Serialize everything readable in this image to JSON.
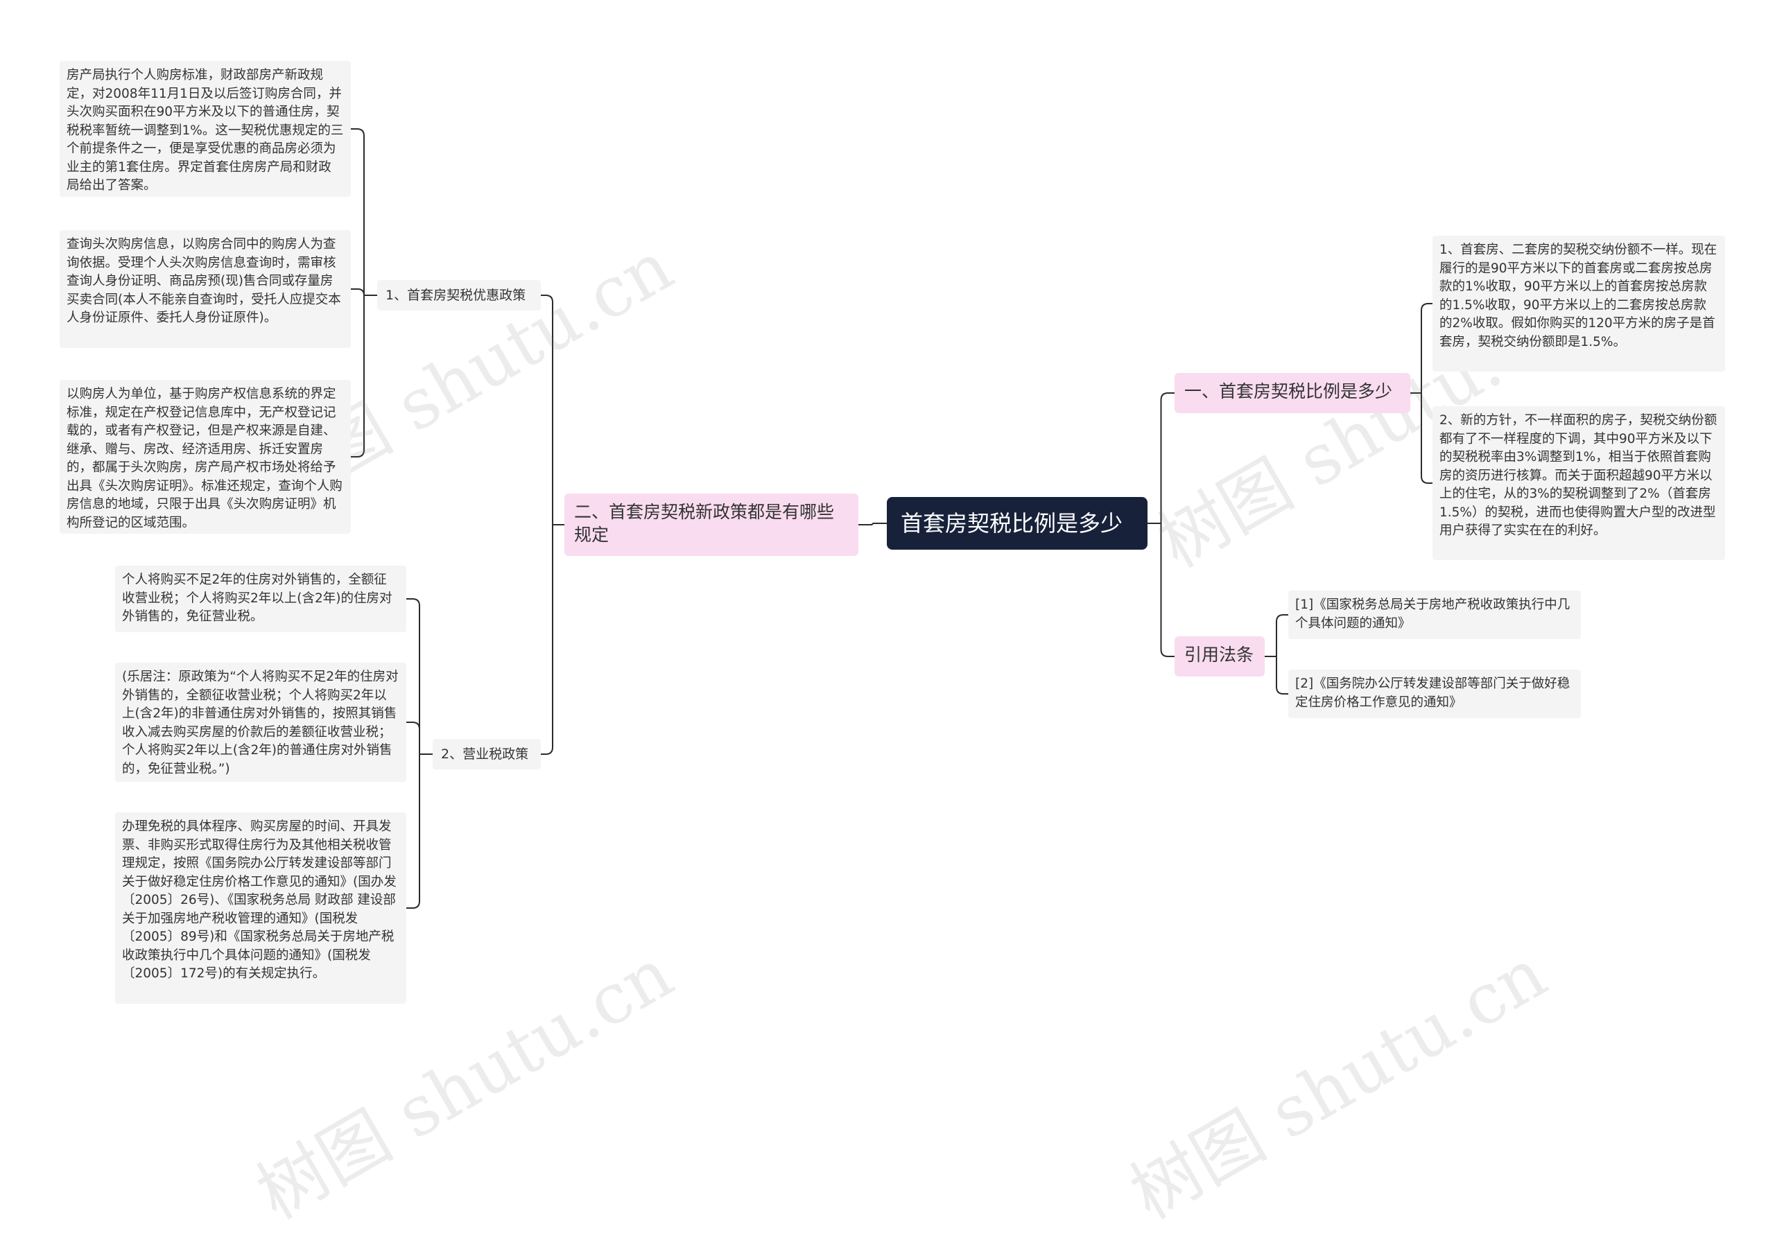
{
  "root": {
    "label": "首套房契税比例是多少"
  },
  "branches": {
    "right_1": {
      "label": "一、首套房契税比例是多少",
      "leaves": [
        "1、首套房、二套房的契税交纳份额不一样。现在履行的是90平方米以下的首套房或二套房按总房款的1%收取，90平方米以上的首套房按总房款的1.5%收取，90平方米以上的二套房按总房款的2%收取。假如你购买的120平方米的房子是首套房，契税交纳份额即是1.5%。",
        "2、新的方针，不一样面积的房子，契税交纳份额都有了不一样程度的下调，其中90平方米及以下的契税税率由3%调整到1%，相当于依照首套购房的资历进行核算。而关于面积超越90平方米以上的住宅，从的3%的契税调整到了2%（首套房1.5%）的契税，进而也使得购置大户型的改进型用户获得了实实在在的利好。"
      ]
    },
    "right_2": {
      "label": "引用法条",
      "leaves": [
        "[1]《国家税务总局关于房地产税收政策执行中几个具体问题的通知》",
        "[2]《国务院办公厅转发建设部等部门关于做好稳定住房价格工作意见的通知》"
      ]
    },
    "left_1": {
      "label": "二、首套房契税新政策都是有哪些规定",
      "children": [
        {
          "label": "1、首套房契税优惠政策",
          "leaves": [
            "房产局执行个人购房标准，财政部房产新政规定，对2008年11月1日及以后签订购房合同，并头次购买面积在90平方米及以下的普通住房，契税税率暂统一调整到1%。这一契税优惠规定的三个前提条件之一，便是享受优惠的商品房必须为业主的第1套住房。界定首套住房房产局和财政局给出了答案。",
            "查询头次购房信息，以购房合同中的购房人为查询依据。受理个人头次购房信息查询时，需审核查询人身份证明、商品房预(现)售合同或存量房买卖合同(本人不能亲自查询时，受托人应提交本人身份证原件、委托人身份证原件)。",
            "以购房人为单位，基于购房产权信息系统的界定标准，规定在产权登记信息库中，无产权登记记载的，或者有产权登记，但是产权来源是自建、继承、赠与、房改、经济适用房、拆迁安置房的，都属于头次购房，房产局产权市场处将给予出具《头次购房证明》。标准还规定，查询个人购房信息的地域，只限于出具《头次购房证明》机构所登记的区域范围。"
          ]
        },
        {
          "label": "2、营业税政策",
          "leaves": [
            "个人将购买不足2年的住房对外销售的，全额征收营业税；个人将购买2年以上(含2年)的住房对外销售的，免征营业税。",
            "(乐居注：原政策为“个人将购买不足2年的住房对外销售的，全额征收营业税；个人将购买2年以上(含2年)的非普通住房对外销售的，按照其销售收入减去购买房屋的价款后的差额征收营业税；个人将购买2年以上(含2年)的普通住房对外销售的，免征营业税。”)",
            "办理免税的具体程序、购买房屋的时间、开具发票、非购买形式取得住房行为及其他相关税收管理规定，按照《国务院办公厅转发建设部等部门关于做好稳定住房价格工作意见的通知》(国办发〔2005〕26号)、《国家税务总局 财政部 建设部关于加强房地产税收管理的通知》(国税发〔2005〕89号)和《国家税务总局关于房地产税收政策执行中几个具体问题的通知》(国税发〔2005〕172号)的有关规定执行。"
          ]
        }
      ]
    }
  },
  "watermarks": [
    "树图 shutu.cn",
    "树图 shutu.cn",
    "树图 shutu.cn",
    "树图 shutu.cn"
  ],
  "colors": {
    "root_bg": "#17223a",
    "level1_bg": "#f9dcef",
    "leaf_bg": "#f4f4f4",
    "connector": "#2b2b2b"
  }
}
